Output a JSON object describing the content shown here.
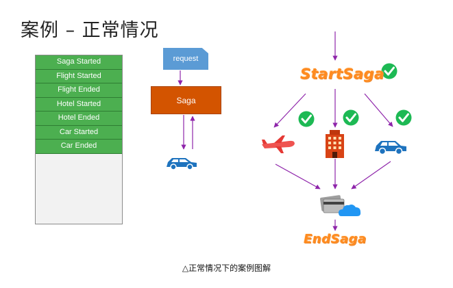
{
  "title": "案例 – 正常情况",
  "saga_log": [
    "Saga Started",
    "Flight Started",
    "Flight Ended",
    "Hotel Started",
    "Hotel Ended",
    "Car Started",
    "Car Ended"
  ],
  "request_label": "request",
  "saga_label": "Saga",
  "start_label": "StartSaga",
  "end_label": "EndSaga",
  "caption": "△正常情况下的案例图解",
  "icons": [
    "car-icon",
    "check-icon",
    "plane-icon",
    "hotel-icon",
    "credit-card-icon",
    "cloud-icon"
  ],
  "colors": {
    "log_green": "#4caf50",
    "request_blue": "#5b9bd5",
    "saga_orange": "#d35400",
    "arrow_purple": "#8e24aa",
    "check_green": "#1db954",
    "label_orange": "#ff8a1e"
  }
}
